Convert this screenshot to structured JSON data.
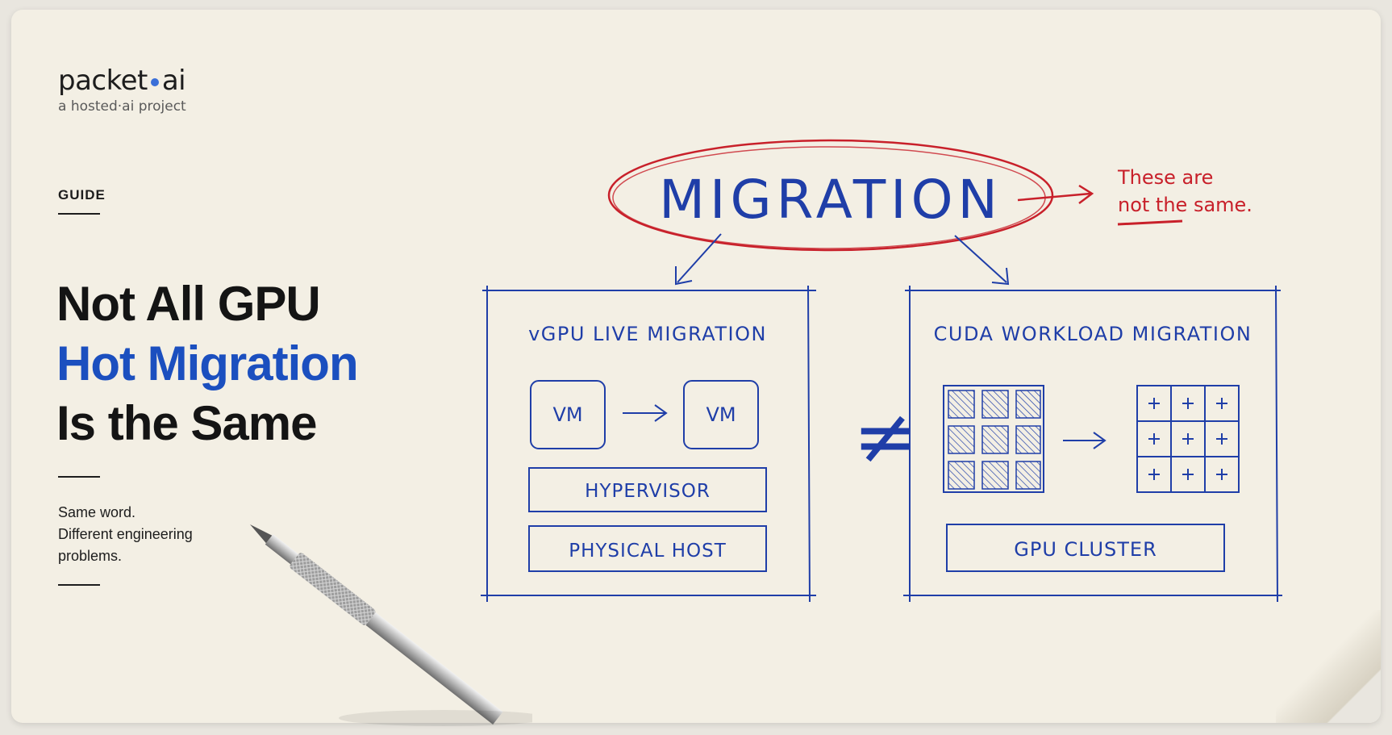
{
  "brand": {
    "name_left": "packet",
    "name_right": "ai",
    "subtitle": "a hosted·ai project"
  },
  "section_label": "GUIDE",
  "headline": {
    "line1": "Not All GPU",
    "line2": "Hot Migration",
    "line3": "Is the Same"
  },
  "tagline": {
    "line1": "Same word.",
    "line2": "Different engineering",
    "line3": "problems."
  },
  "diagram": {
    "title": "MIGRATION",
    "note_line1": "These are",
    "note_line2": "not the same.",
    "not_equal": "≠",
    "left_box": {
      "title": "vGPU LIVE MIGRATION",
      "vm_source": "VM",
      "vm_target": "VM",
      "layer1": "HYPERVISOR",
      "layer2": "PHYSICAL HOST"
    },
    "right_box": {
      "title": "CUDA WORKLOAD MIGRATION",
      "layer1": "GPU CLUSTER"
    }
  },
  "colors": {
    "ink_blue": "#1f3ea8",
    "ink_red": "#c8202a",
    "accent_blue": "#1b4fbf",
    "paper": "#f3efe4"
  }
}
